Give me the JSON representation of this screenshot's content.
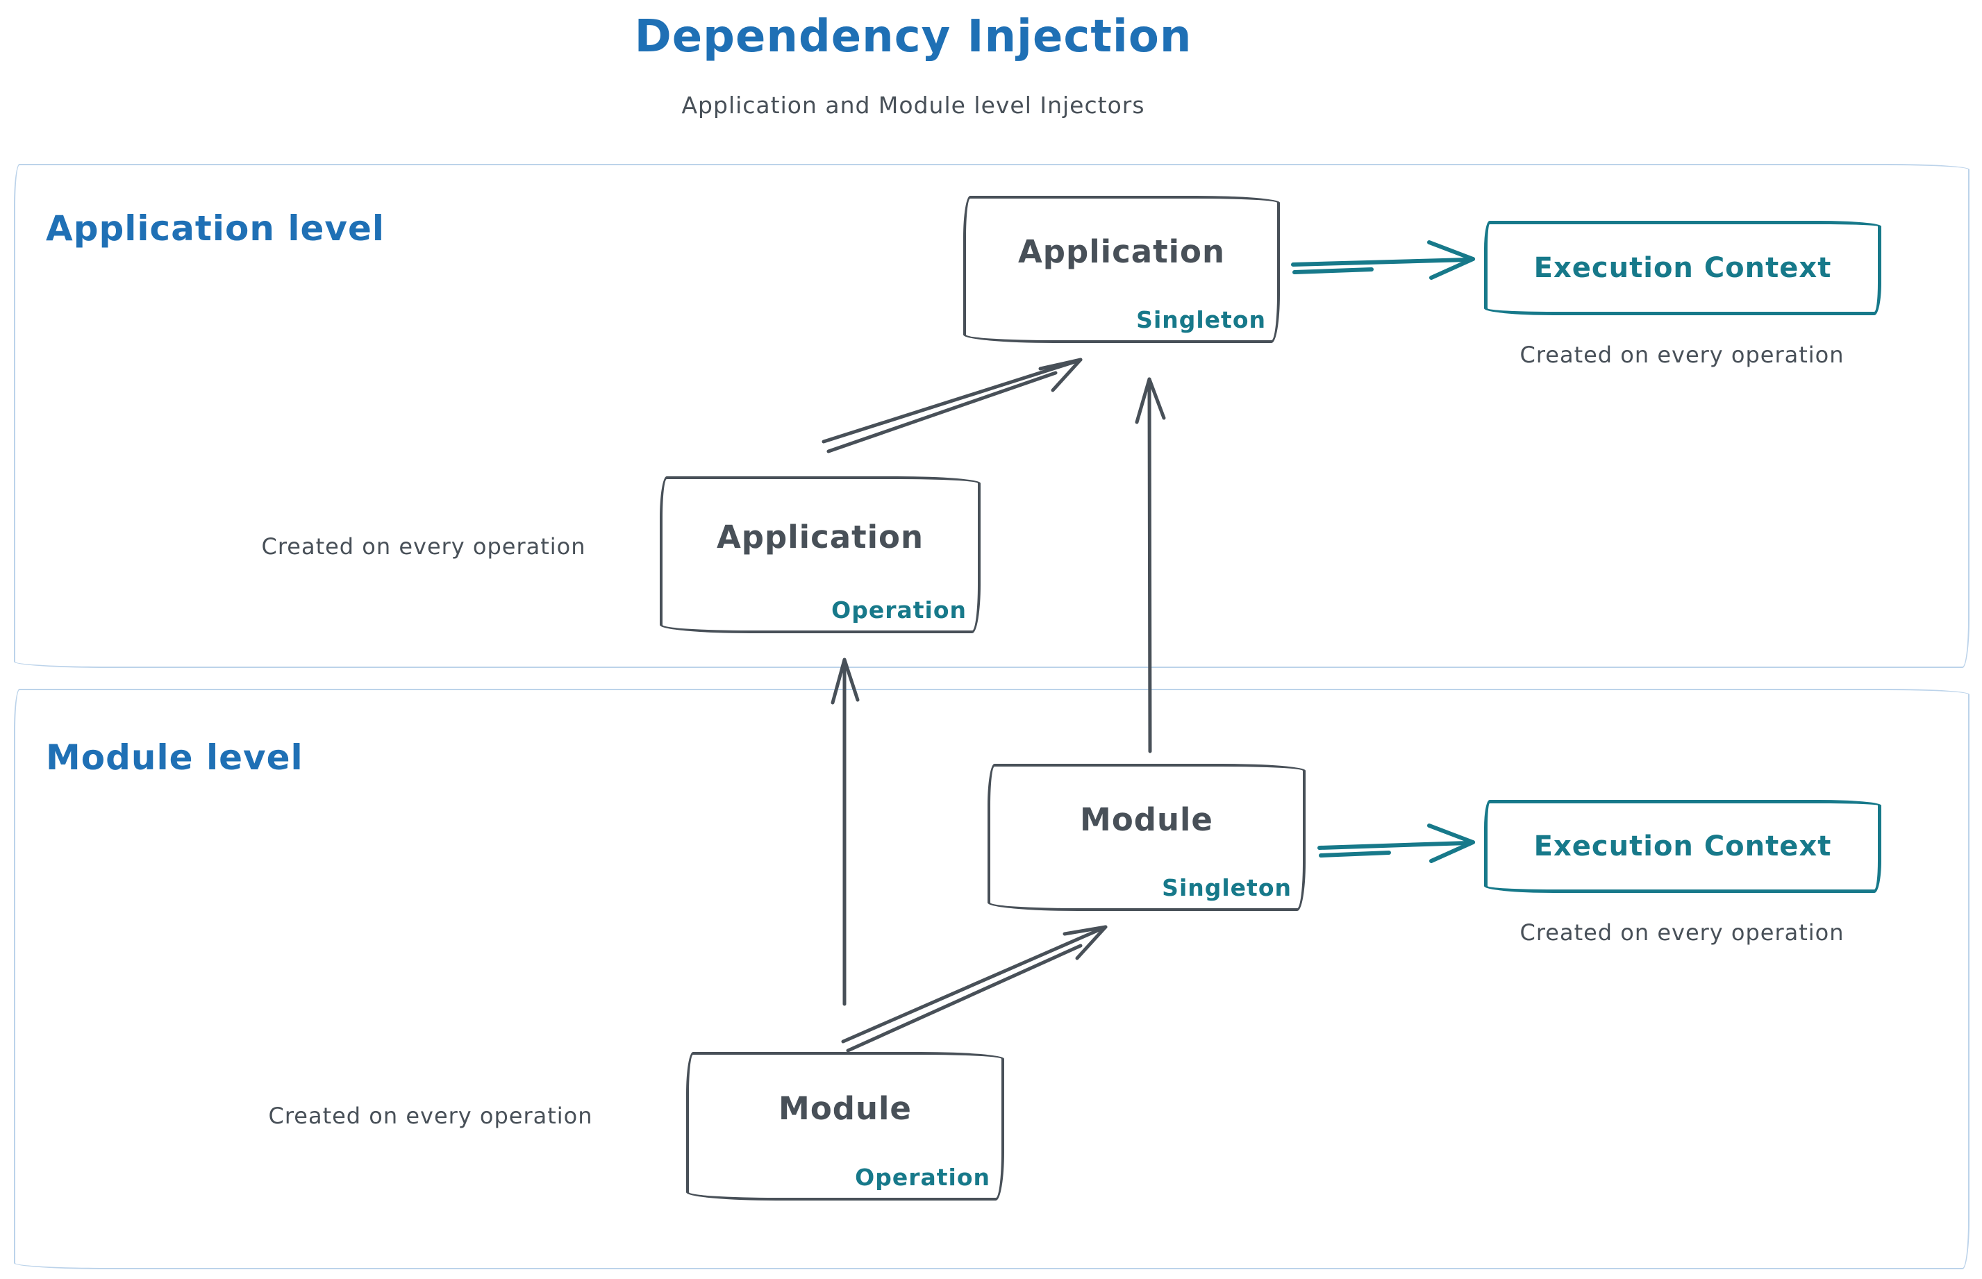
{
  "title": "Dependency Injection",
  "subtitle": "Application and Module level Injectors",
  "colors": {
    "blue": "#1f70b5",
    "teal": "#17798a",
    "dark": "#485058",
    "container_border": "#bcd3ea"
  },
  "sections": {
    "application": {
      "label": "Application level",
      "singleton_box": {
        "name": "Application",
        "variant": "Singleton"
      },
      "operation_box": {
        "name": "Application",
        "variant": "Operation"
      },
      "operation_caption": "Created on every operation",
      "execution_context": {
        "label": "Execution Context",
        "caption": "Created on every operation"
      }
    },
    "module": {
      "label": "Module level",
      "singleton_box": {
        "name": "Module",
        "variant": "Singleton"
      },
      "operation_box": {
        "name": "Module",
        "variant": "Operation"
      },
      "operation_caption": "Created on every operation",
      "execution_context": {
        "label": "Execution Context",
        "caption": "Created on every operation"
      }
    }
  }
}
